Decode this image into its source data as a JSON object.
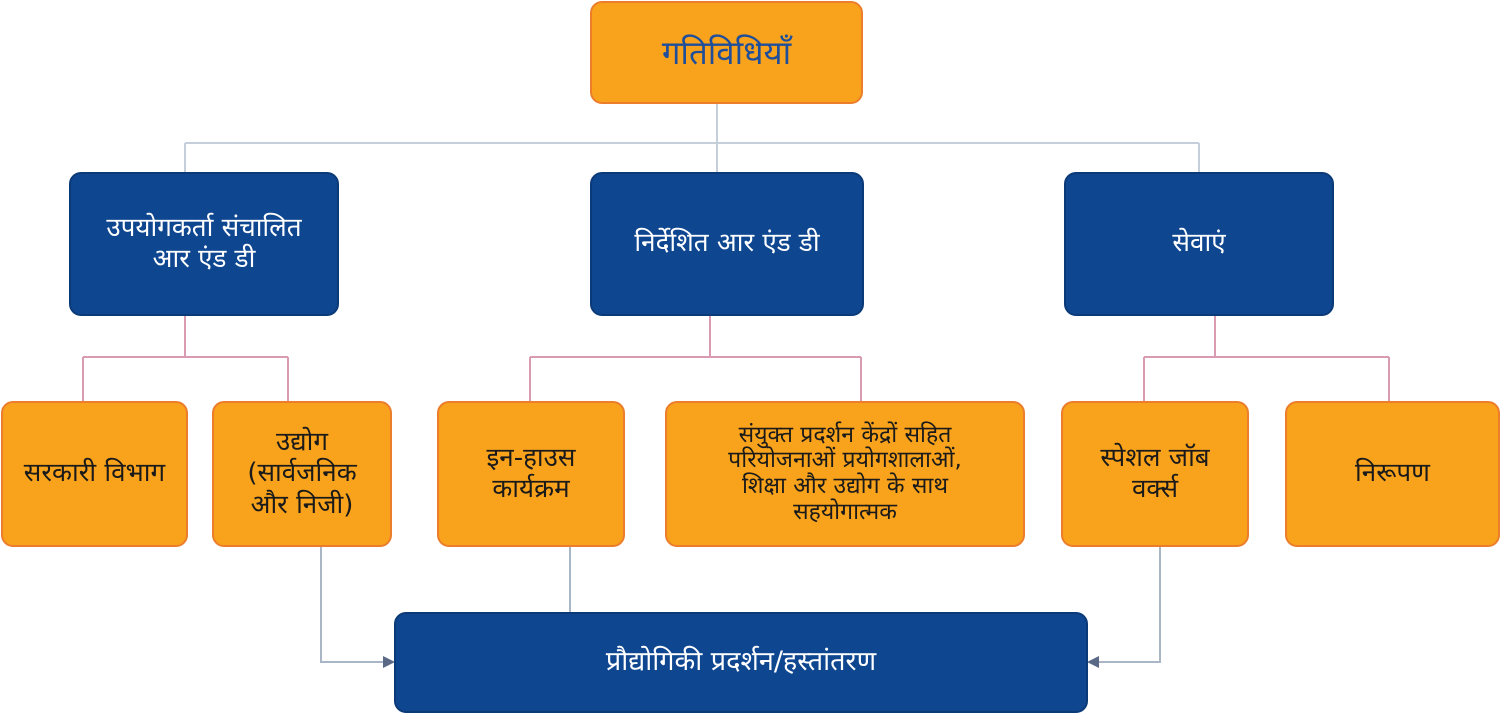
{
  "root": {
    "label": "गतिविधियाँ"
  },
  "level1": [
    {
      "label": "उपयोगकर्ता संचालित\nआर एंड डी"
    },
    {
      "label": "निर्देशित आर एंड डी"
    },
    {
      "label": "सेवाएं"
    }
  ],
  "level2": [
    {
      "label": "सरकारी विभाग"
    },
    {
      "label": "उद्योग\n(सार्वजनिक\nऔर निजी)"
    },
    {
      "label": "इन-हाउस\nकार्यक्रम"
    },
    {
      "label": "संयुक्त प्रदर्शन केंद्रों सहित\nपरियोजनाओं प्रयोगशालाओं,\nशिक्षा और उद्योग के साथ\nसहयोगात्मक"
    },
    {
      "label": "स्पेशल जॉब\nवर्क्स"
    },
    {
      "label": "निरूपण"
    }
  ],
  "outcome": {
    "label": "प्रौद्योगिकी प्रदर्शन/हस्तांतरण"
  },
  "colors": {
    "orange_fill": "#f9a31c",
    "orange_border": "#ec7d2b",
    "blue_fill": "#0f4690",
    "root_text": "#1f4e9a",
    "connector_gray": "#c5cfda",
    "connector_pink": "#d99bb2",
    "arrow_gray": "#a9b6c6"
  }
}
